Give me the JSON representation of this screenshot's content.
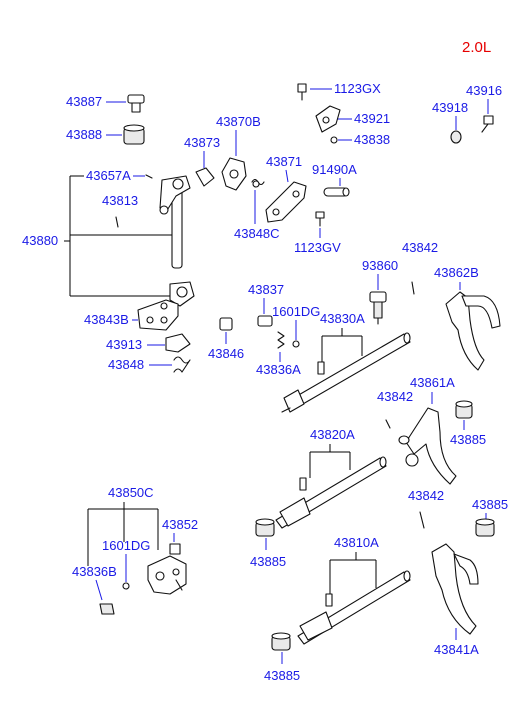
{
  "engine_label": "2.0L",
  "labels": {
    "l_43887": "43887",
    "l_43888": "43888",
    "l_43657A": "43657A",
    "l_43813": "43813",
    "l_43880": "43880",
    "l_43843B": "43843B",
    "l_43913": "43913",
    "l_43848": "43848",
    "l_43870B": "43870B",
    "l_43873": "43873",
    "l_43848C": "43848C",
    "l_43871": "43871",
    "l_1123GX": "1123GX",
    "l_43921": "43921",
    "l_43838": "43838",
    "l_91490A": "91490A",
    "l_1123GV": "1123GV",
    "l_43918": "43918",
    "l_43916": "43916",
    "l_43837": "43837",
    "l_1601DG_top": "1601DG",
    "l_43846": "43846",
    "l_43836A": "43836A",
    "l_43830A": "43830A",
    "l_93860": "93860",
    "l_43842_a": "43842",
    "l_43862B": "43862B",
    "l_43861A": "43861A",
    "l_43842_b": "43842",
    "l_43885_a": "43885",
    "l_43820A": "43820A",
    "l_43850C": "43850C",
    "l_43852": "43852",
    "l_1601DG_bottom": "1601DG",
    "l_43836B": "43836B",
    "l_43842_c": "43842",
    "l_43885_b": "43885",
    "l_43885_c": "43885",
    "l_43810A": "43810A",
    "l_43841A": "43841A",
    "l_43885_d": "43885"
  }
}
